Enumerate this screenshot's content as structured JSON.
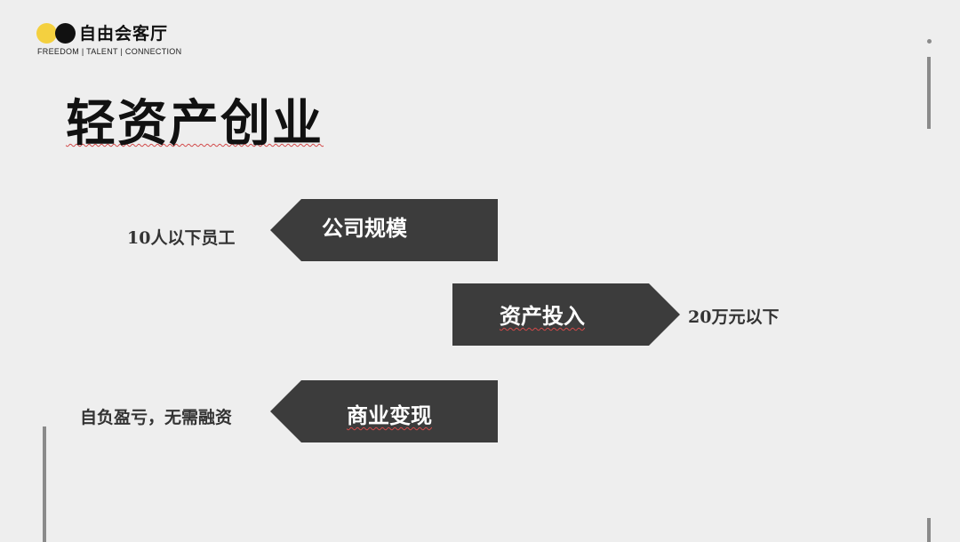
{
  "brand": {
    "name": "自由会客厅",
    "tagline": "FREEDOM | TALENT | CONNECTION",
    "colors": {
      "yellow": "#f4d03f",
      "black": "#111111"
    }
  },
  "title": "轻资产创业",
  "items": [
    {
      "label": "公司规模",
      "detail": "10人以下员工",
      "direction": "left"
    },
    {
      "label": "资产投入",
      "detail": "20万元以下",
      "direction": "right"
    },
    {
      "label": "商业变现",
      "detail": "自负盈亏，无需融资",
      "direction": "left"
    }
  ],
  "colors": {
    "background": "#eeeeee",
    "arrow": "#3c3c3c",
    "text": "#111111",
    "decor_bar": "#8a8a8a"
  }
}
